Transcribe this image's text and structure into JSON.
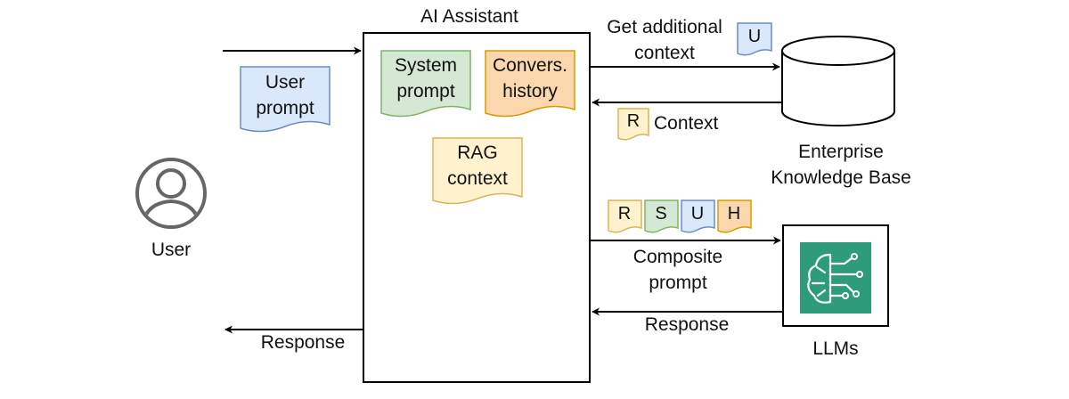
{
  "assistant": {
    "title": "AI Assistant"
  },
  "documents": {
    "user_prompt": [
      "User",
      "prompt"
    ],
    "system_prompt": [
      "System",
      "prompt"
    ],
    "conversation_history": [
      "Convers.",
      "history"
    ],
    "rag_context": [
      "RAG",
      "context"
    ]
  },
  "user": {
    "label": "User"
  },
  "knowledge_base": {
    "label": [
      "Enterprise",
      "Knowledge Base"
    ]
  },
  "llms": {
    "label": "LLMs"
  },
  "edges": {
    "get_context": [
      "Get additional",
      "context"
    ],
    "context": "Context",
    "composite_prompt": [
      "Composite",
      "prompt"
    ],
    "llm_response": "Response",
    "user_response": "Response"
  },
  "tags": {
    "query": "U",
    "retrieved": "R",
    "composite": [
      "R",
      "S",
      "U",
      "H"
    ]
  },
  "colors": {
    "blue_fill": "#dae8fc",
    "blue_stroke": "#6c8ebf",
    "green_fill": "#d5e8d4",
    "green_stroke": "#82b366",
    "orange_fill": "#fad7ac",
    "orange_stroke": "#d79b00",
    "yellow_fill": "#fff2cc",
    "yellow_stroke": "#d6b656",
    "llm_green": "#2e9c7a"
  }
}
